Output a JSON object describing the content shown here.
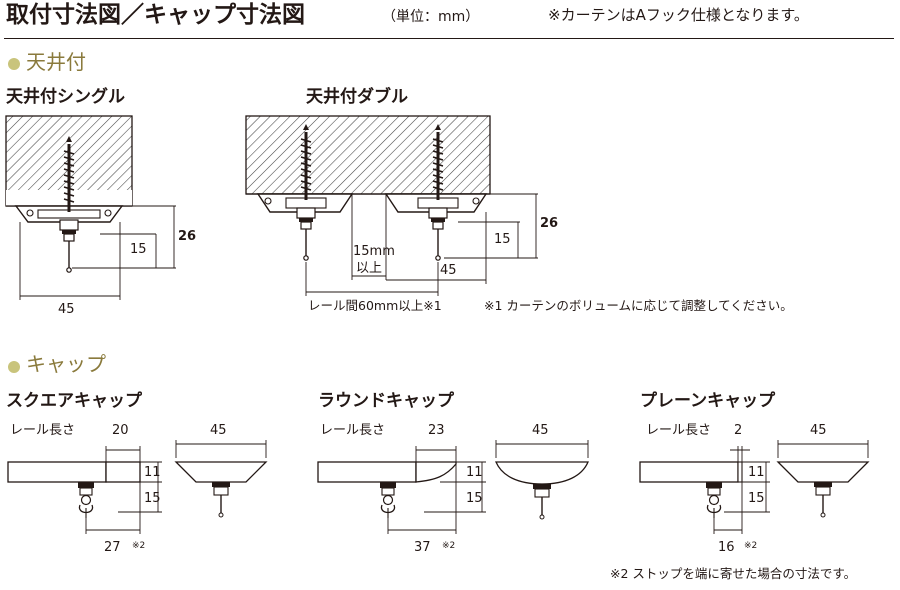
{
  "header": {
    "title": "取付寸法図／キャップ寸法図",
    "unit": "（単位：mm）",
    "hook_note": "※カーテンはAフック仕様となります。"
  },
  "ceiling": {
    "section_title": "天井付",
    "single": {
      "title": "天井付シングル",
      "dim_width": "45",
      "dim_total": "26",
      "dim_hook": "15"
    },
    "double": {
      "title": "天井付ダブル",
      "dim_gap_value": "15mm",
      "dim_gap_suffix": "以上",
      "dim_width": "45",
      "dim_total": "26",
      "dim_hook": "15",
      "rail_spacing": "レール間60mm以上※1",
      "note1": "※1 カーテンのボリュームに応じて調整してください。"
    }
  },
  "caps": {
    "section_title": "キャップ",
    "rail_length_label": "レール長さ",
    "square": {
      "title": "スクエアキャップ",
      "cap_len": "20",
      "h1": "11",
      "h2": "15",
      "depth": "27",
      "depth_mark": "※2",
      "width": "45"
    },
    "round": {
      "title": "ラウンドキャップ",
      "cap_len": "23",
      "h1": "11",
      "h2": "15",
      "depth": "37",
      "depth_mark": "※2",
      "width": "45"
    },
    "plain": {
      "title": "プレーンキャップ",
      "cap_len": "2",
      "h1": "11",
      "h2": "15",
      "depth": "16",
      "depth_mark": "※2",
      "width": "45"
    },
    "note2": "※2 ストップを端に寄せた場合の寸法です。"
  },
  "colors": {
    "text": "#231815",
    "section": "#8a7a3c",
    "bullet": "#c9c47c"
  }
}
